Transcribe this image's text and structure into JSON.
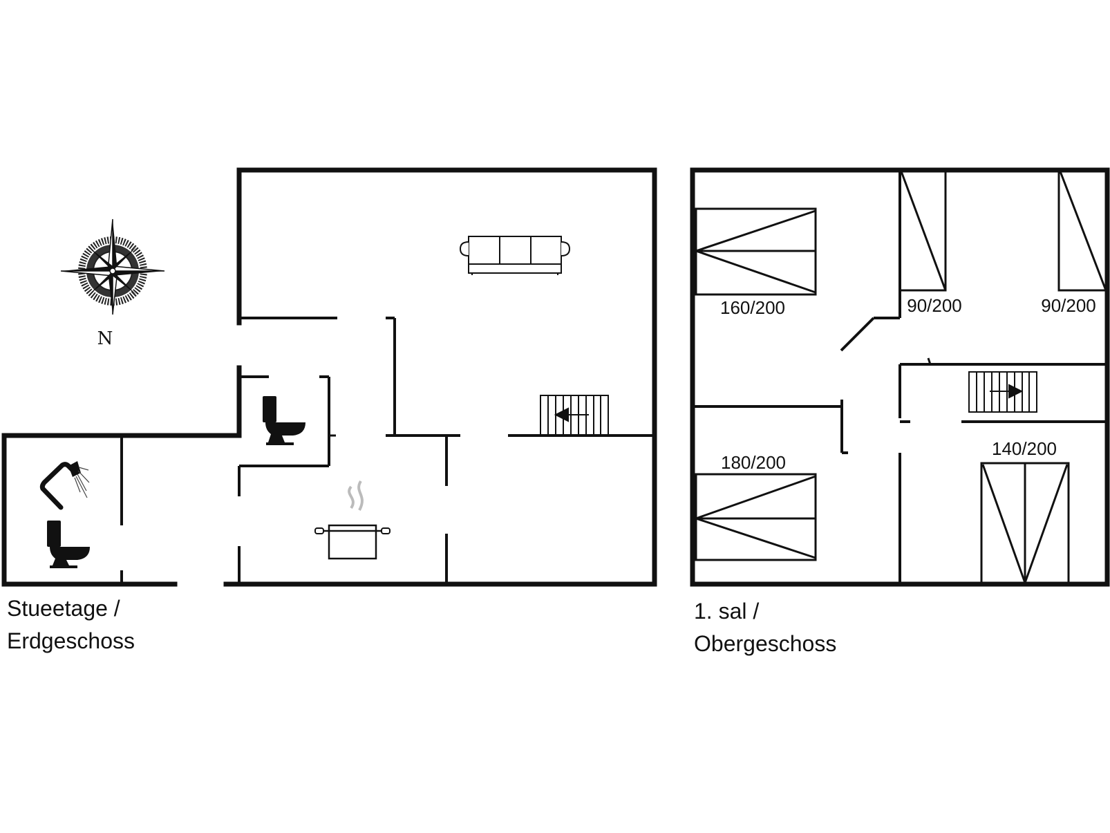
{
  "ground_floor": {
    "label_line1": "Stueetage /",
    "label_line2": "Erdgeschoss"
  },
  "upper_floor": {
    "label_line1": "1. sal /",
    "label_line2": "Obergeschoss"
  },
  "compass": {
    "north_label": "N"
  },
  "beds": {
    "bed_160": "160/200",
    "bed_90_left": "90/200",
    "bed_90_right": "90/200",
    "bed_180": "180/200",
    "bed_140": "140/200"
  },
  "icons": [
    "compass-icon",
    "sofa-icon",
    "toilet-icon",
    "shower-icon",
    "cooking-pot-icon",
    "stairs-icon",
    "bed-icon"
  ]
}
